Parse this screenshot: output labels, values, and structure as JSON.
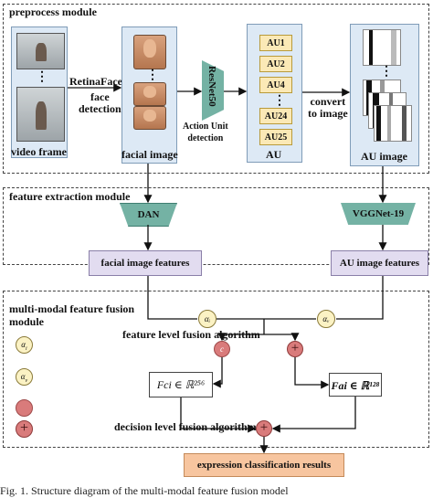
{
  "modules": {
    "preprocess": "preprocess module",
    "feature_extraction": "feature extraction module",
    "fusion": "multi-modal feature fusion\nmodule"
  },
  "preprocess": {
    "video_frame_label": "video frame",
    "retinaface_label": "RetinaFace",
    "face_detection_label": "face\ndetection",
    "facial_image_label": "facial image",
    "resnet_label": "ResNet50",
    "action_unit_label": "Action Unit\ndetection",
    "au_items": [
      "AU1",
      "AU2",
      "AU4",
      "AU24",
      "AU25"
    ],
    "au_label": "AU",
    "convert_label": "convert\nto image",
    "au_image_label": "AU image",
    "ellipsis": "⋮"
  },
  "feature_extraction": {
    "dan_label": "DAN",
    "vgg_label": "VGGNet-19",
    "facial_features_label": "facial image features",
    "au_features_label": "AU image features"
  },
  "fusion": {
    "alpha_i": "αᵢ",
    "alpha_v": "αᵥ",
    "feature_fusion_label": "feature level fusion algorithm",
    "concat_symbol": "c",
    "plus_symbol": "+",
    "f_ci_label": "Fci ∈ ℝ²⁵⁶",
    "f_ai_label": "Fai ∈ ℝ¹²⁸",
    "decision_fusion_label": "decision level fusion algorithm",
    "result_label": "expression classification results"
  },
  "caption": "Fig. 1. Structure diagram of the multi-modal feature fusion model"
}
